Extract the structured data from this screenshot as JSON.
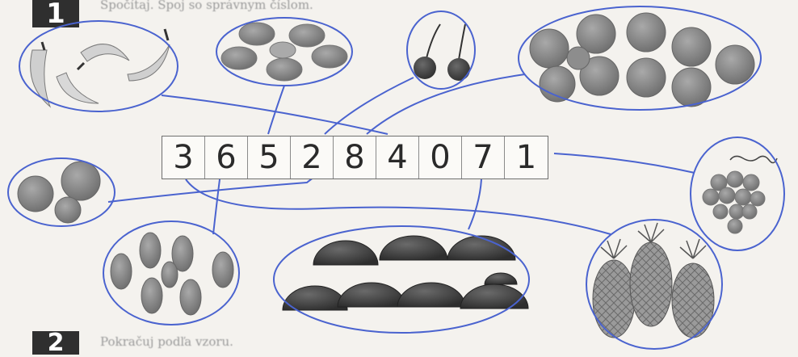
{
  "exercise1": {
    "number": "1",
    "instruction": "Spočítaj. Spoj so správnym číslom."
  },
  "exercise2": {
    "number": "2",
    "instruction": "Pokračuj podľa vzoru."
  },
  "numbers": [
    "3",
    "6",
    "5",
    "2",
    "8",
    "4",
    "0",
    "7",
    "1"
  ],
  "groups": [
    {
      "fruit": "banana",
      "count": 4
    },
    {
      "fruit": "lemon",
      "count": 6
    },
    {
      "fruit": "cherry",
      "count": 2
    },
    {
      "fruit": "orange",
      "count": 10
    },
    {
      "fruit": "apple",
      "count": 3
    },
    {
      "fruit": "grapes",
      "count": 1
    },
    {
      "fruit": "plum",
      "count": 7
    },
    {
      "fruit": "watermelon-slice",
      "count": 8
    },
    {
      "fruit": "pineapple",
      "count": 3
    }
  ],
  "colors": {
    "pen": "#4a63cf",
    "fruit": "#8a8a8a",
    "dark_fruit": "#3d3d3d"
  }
}
